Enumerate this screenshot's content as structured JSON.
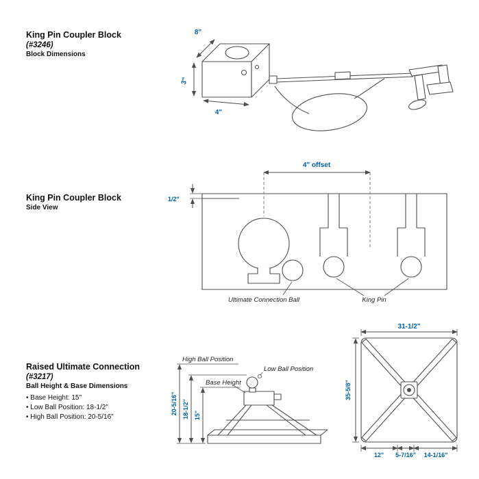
{
  "page": {
    "background": "#ffffff",
    "accent_blue": "#0060A8",
    "line_gray": "#4d4d4d"
  },
  "section1": {
    "title": "King Pin Coupler Block",
    "part_number": "(#3246)",
    "subtitle": "Block Dimensions",
    "dimensions": {
      "depth": "8\"",
      "height": "3\"",
      "width": "4\""
    }
  },
  "section2": {
    "title": "King Pin Coupler Block",
    "subtitle": "Side View",
    "dimensions": {
      "offset": "4\" offset",
      "lip": "1/2\""
    },
    "labels": {
      "ball": "Ultimate Connection Ball",
      "king_pin": "King Pin"
    }
  },
  "section3": {
    "title": "Raised Ultimate Connection",
    "part_number": "(#3217)",
    "subtitle": "Ball Height & Base Dimensions",
    "bullets": [
      "Base Height: 15\"",
      "Low Ball Position: 18-1/2\"",
      "High Ball Position: 20-5/16\""
    ],
    "side_view": {
      "labels": {
        "high": "High Ball Position",
        "low": "Low Ball Position",
        "base": "Base Height"
      },
      "dimensions": {
        "high": "20-5/16\"",
        "low": "18-1/2\"",
        "base": "15\""
      }
    },
    "top_view": {
      "dimensions": {
        "width": "31-1/2\"",
        "depth": "35-5/8\"",
        "seg1": "12\"",
        "seg2": "5-7/16\"",
        "seg3": "14-1/16\""
      }
    }
  }
}
